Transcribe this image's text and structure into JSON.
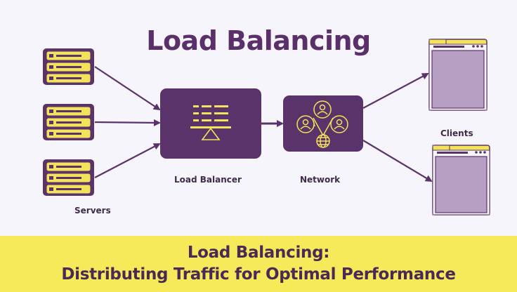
{
  "title": "Load Balancing",
  "labels": {
    "servers": "Servers",
    "load_balancer": "Load Balancer",
    "network": "Network",
    "clients": "Clients"
  },
  "footer": {
    "line1": "Load Balancing:",
    "line2": "Distributing Traffic for Optimal Performance"
  },
  "colors": {
    "background": "#f6f5fb",
    "primary_purple": "#5a336b",
    "accent_yellow": "#f3e35a",
    "client_fill": "#b79fc4",
    "footer": "#f6e95a"
  },
  "icons": [
    "server-rack-icon",
    "load-balancer-scale-icon",
    "network-users-globe-icon",
    "browser-window-icon"
  ]
}
